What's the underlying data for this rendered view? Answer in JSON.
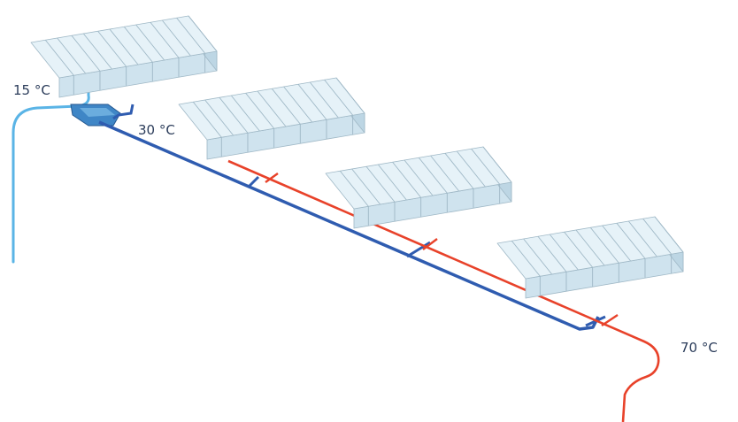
{
  "labels": {
    "inlet_temperature": "15 °C",
    "intermediate_temperature": "30 °C",
    "outlet_temperature": "70 °C"
  },
  "colors": {
    "cold_supply": "#5ab4e6",
    "cold_manifold": "#2f5cb0",
    "hot_manifold": "#e8422a",
    "collector_top": "#e6f2f8",
    "collector_side": "#cfe3ee",
    "collector_edge": "#9fb8c6"
  },
  "collectors": [
    {
      "id": "collector-1"
    },
    {
      "id": "collector-2"
    },
    {
      "id": "collector-3"
    },
    {
      "id": "collector-4"
    }
  ]
}
